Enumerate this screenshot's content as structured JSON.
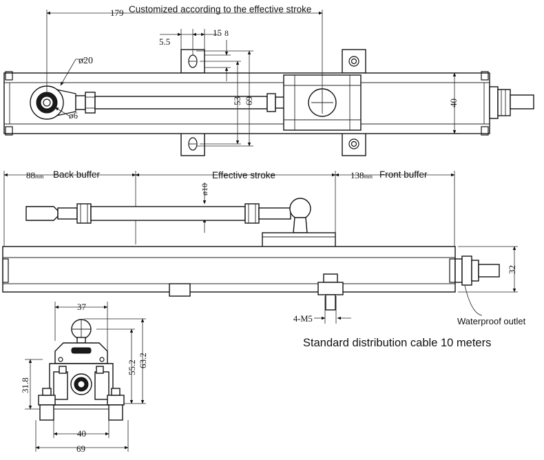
{
  "top_view": {
    "dim_179": "179",
    "note_custom": "Customized according to the effective stroke",
    "dim_5_5": "5.5",
    "dim_15": "15",
    "dim_8": "8",
    "dim_phi20": "ø20",
    "dim_phi6": "ø6",
    "dim_53": "53",
    "dim_69": "69",
    "dim_40": "40"
  },
  "side_view": {
    "dim_88": "88",
    "unit_mm": "mm",
    "back_buffer": "Back buffer",
    "effective_stroke": "Effective stroke",
    "dim_138": "138",
    "front_buffer": "Front buffer",
    "dim_phi10": "ø10",
    "dim_32": "32",
    "dim_4m5": "4-M5",
    "waterproof_outlet": "Waterproof outlet"
  },
  "end_view": {
    "dim_37": "37",
    "dim_55_2": "55.2",
    "dim_63_2": "63.2",
    "dim_31_8": "31.8",
    "dim_40": "40",
    "dim_69": "69"
  },
  "cable_note": "Standard distribution cable 10 meters"
}
